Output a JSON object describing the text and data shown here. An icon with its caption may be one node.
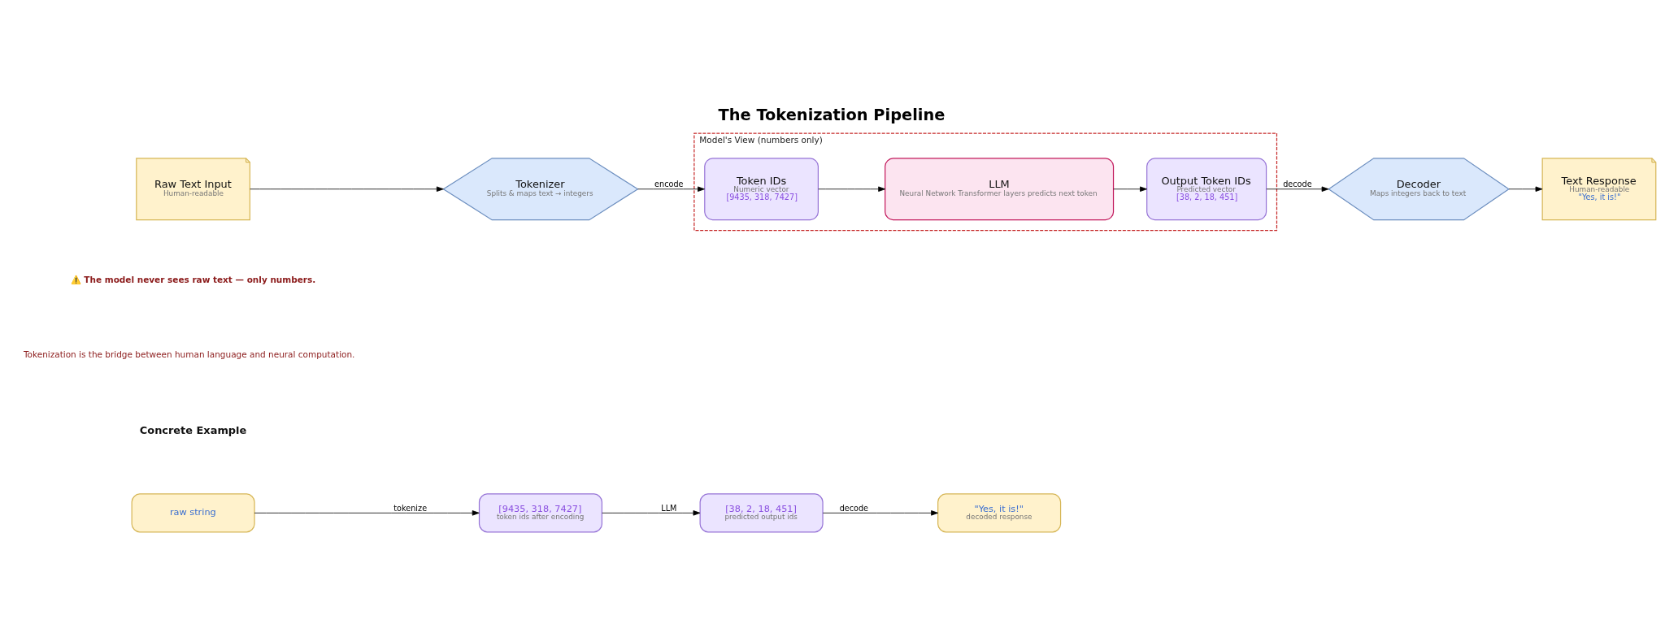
{
  "diagram": {
    "title": "The Tokenization Pipeline",
    "nodes": [
      {
        "text": [
          "Raw Text Input",
          "Human-readable"
        ]
      },
      {
        "text": [
          "Tokenizer",
          "Splits & maps text → integers"
        ]
      },
      {
        "text": [
          "Model's View (numbers only)"
        ]
      },
      {
        "text": [
          "Token IDs",
          "Numeric vector",
          "[9435, 318, 7427]"
        ],
        "in": 2
      },
      {
        "text": [
          "LLM",
          "Neural Network Transformer layers predicts next token"
        ],
        "in": 2
      },
      {
        "text": [
          "Output Token IDs",
          "Predicted vector",
          "[38, 2, 18, 451]"
        ],
        "in": 2
      },
      {
        "text": [
          "Decoder",
          "Maps integers back to text"
        ]
      },
      {
        "text": [
          "Text Response",
          "Human-readable",
          "\"Yes, it is!\""
        ]
      },
      {
        "text": [
          "raw string"
        ]
      },
      {
        "text": [
          "[9435, 318, 7427]",
          "token ids after encoding"
        ]
      },
      {
        "text": [
          "[38, 2, 18, 451]",
          "predicted output ids"
        ]
      },
      {
        "text": [
          "\"Yes, it is!\"",
          "decoded response"
        ]
      }
    ],
    "edges": [
      {
        "from": 0,
        "to": 1,
        "arrow": "to"
      },
      {
        "from": 1,
        "to": 3,
        "arrow": "to",
        "label": "encode"
      },
      {
        "from": 3,
        "to": 4,
        "arrow": "to"
      },
      {
        "from": 4,
        "to": 5,
        "arrow": "to"
      },
      {
        "from": 5,
        "to": 6,
        "arrow": "to",
        "label": "decode"
      },
      {
        "from": 6,
        "to": 7,
        "arrow": "to"
      },
      {
        "from": 8,
        "to": 9,
        "arrow": "to",
        "label": "tokenize"
      },
      {
        "from": 9,
        "to": 10,
        "arrow": "to",
        "label": "LLM"
      },
      {
        "from": 10,
        "to": 11,
        "arrow": "to",
        "label": "decode"
      }
    ],
    "labels": [
      "⚠️ The model never sees raw text — only numbers.",
      "Tokenization is the bridge between human language and neural computation.",
      "Concrete Example"
    ]
  }
}
